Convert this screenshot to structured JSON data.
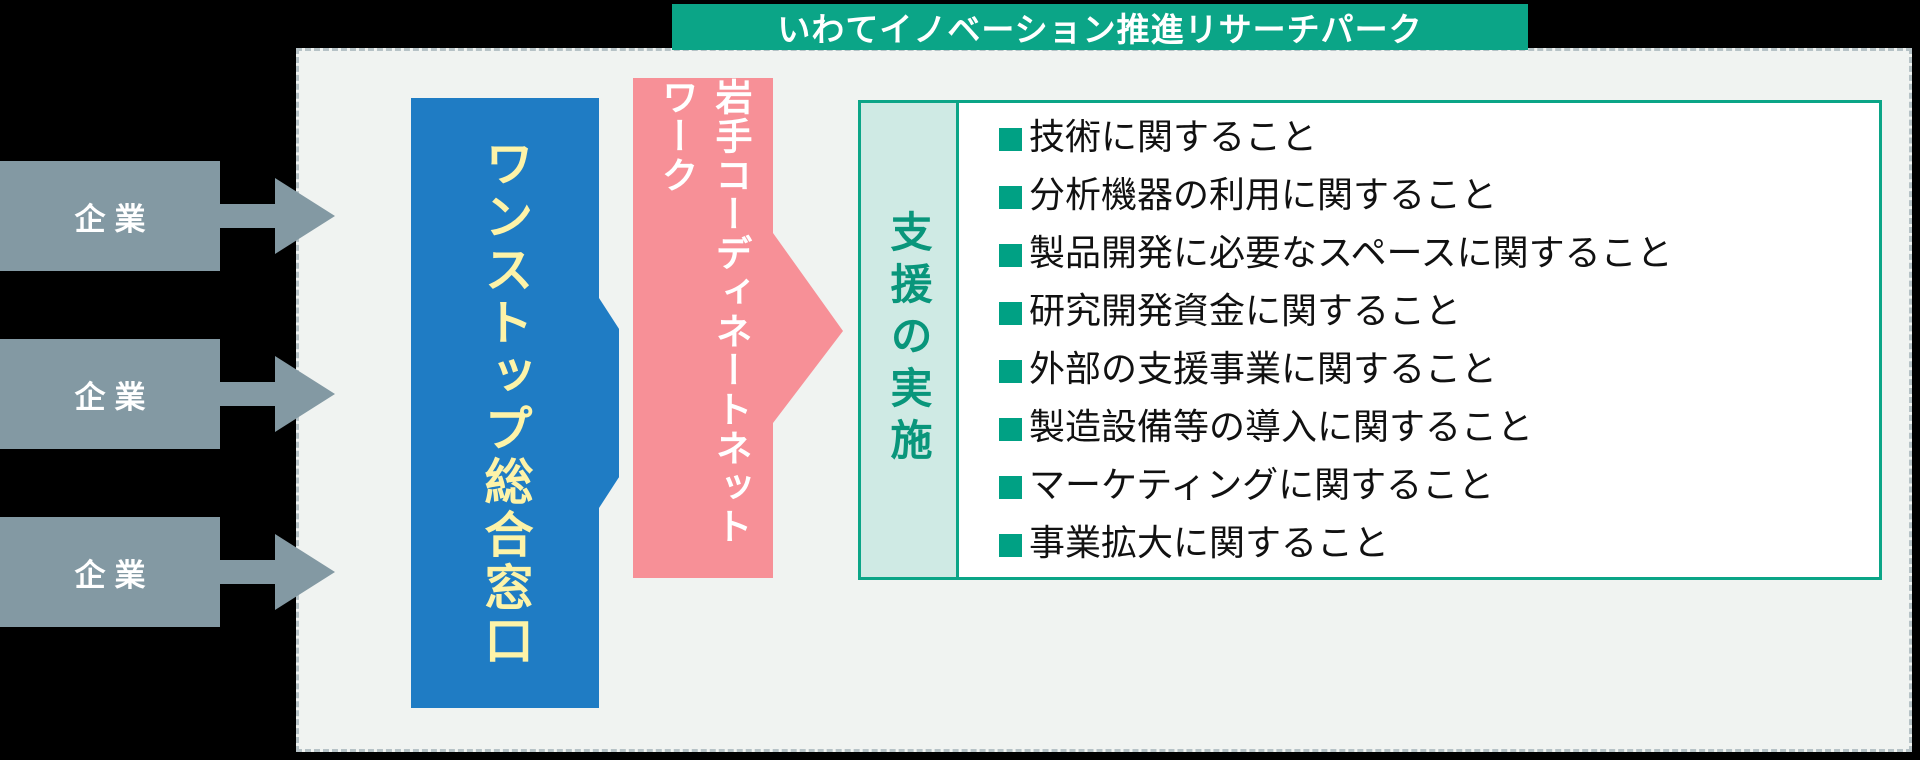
{
  "diagram": {
    "title": "いわてイノベーション推進リサーチパーク",
    "companies": [
      {
        "label": "企業"
      },
      {
        "label": "企業"
      },
      {
        "label": "企業"
      }
    ],
    "one_stop": {
      "label": "ワンストップ総合窓口"
    },
    "network": {
      "label": "岩手コーディネートネットワーク"
    },
    "support": {
      "column_label": "支援の実施",
      "items": [
        "技術に関すること",
        "分析機器の利用に関すること",
        "製品開発に必要なスペースに関すること",
        "研究開発資金に関すること",
        "外部の支援事業に関すること",
        "製造設備等の導入に関すること",
        "マーケティングに関すること",
        "事業拡大に関すること"
      ]
    },
    "colors": {
      "title_banner": "#0ba587",
      "panel_background": "#f0f3f1",
      "panel_border": "#b6c2c6",
      "company_box": "#8399a3",
      "arrow_gray": "#8399a3",
      "one_stop_blue": "#1f7cc4",
      "one_stop_text": "#fdf3a8",
      "network_pink": "#f79097",
      "support_col_background": "#cfeae4",
      "support_col_text": "#09967b",
      "bullet": "#00a184",
      "list_text": "#111111",
      "canvas": "#000000"
    }
  }
}
